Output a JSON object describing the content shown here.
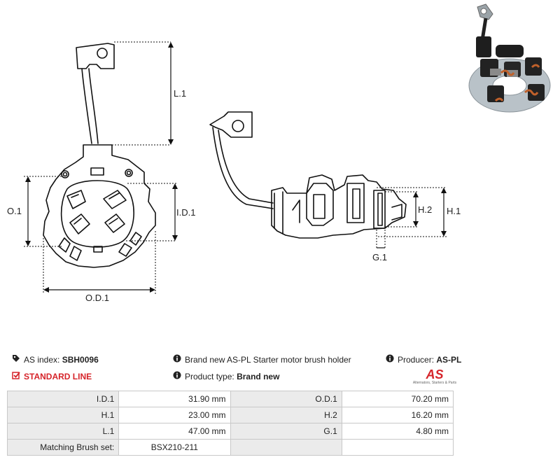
{
  "dimension_labels": {
    "l1": "L.1",
    "o1": "O.1",
    "id1": "I.D.1",
    "od1": "O.D.1",
    "h1": "H.1",
    "h2": "H.2",
    "g1": "G.1"
  },
  "info": {
    "as_index_label": "AS index:",
    "as_index_value": "SBH0096",
    "line_label": "STANDARD LINE",
    "description": "Brand new AS-PL Starter motor brush holder",
    "product_type_label": "Product type:",
    "product_type_value": "Brand new",
    "producer_label": "Producer:",
    "producer_value": "AS-PL"
  },
  "logo": {
    "mark": "AS",
    "tagline": "Alternators, Starters & Parts"
  },
  "specs": [
    {
      "k1": "I.D.1",
      "v1": "31.90 mm",
      "k2": "O.D.1",
      "v2": "70.20 mm"
    },
    {
      "k1": "H.1",
      "v1": "23.00 mm",
      "k2": "H.2",
      "v2": "16.20 mm"
    },
    {
      "k1": "L.1",
      "v1": "47.00 mm",
      "k2": "G.1",
      "v2": "4.80 mm"
    },
    {
      "k1": "Matching Brush set:",
      "v1": "BSX210-211",
      "k2": "",
      "v2": ""
    }
  ],
  "colors": {
    "accent_red": "#d6242a",
    "key_cell_bg": "#ebebeb",
    "border": "#c8c8c8"
  }
}
